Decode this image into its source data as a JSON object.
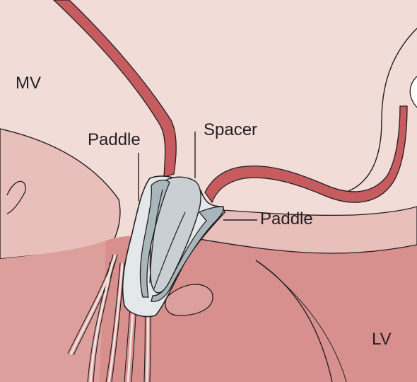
{
  "labels": {
    "mv": "MV",
    "lv": "LV",
    "paddle_left": "Paddle",
    "spacer": "Spacer",
    "paddle_right": "Paddle"
  },
  "colors": {
    "background": "#ffffff",
    "atrium_pale": "#f2dcd8",
    "tissue_light": "#e8bfbb",
    "tissue_mid": "#dd9f9c",
    "ventricle": "#d8908e",
    "leaflet": "#c65c5f",
    "outline": "#231f20",
    "device_light": "#e4e8ea",
    "device_spacer": "#c8d0d4",
    "chordae": "#efe3df"
  }
}
